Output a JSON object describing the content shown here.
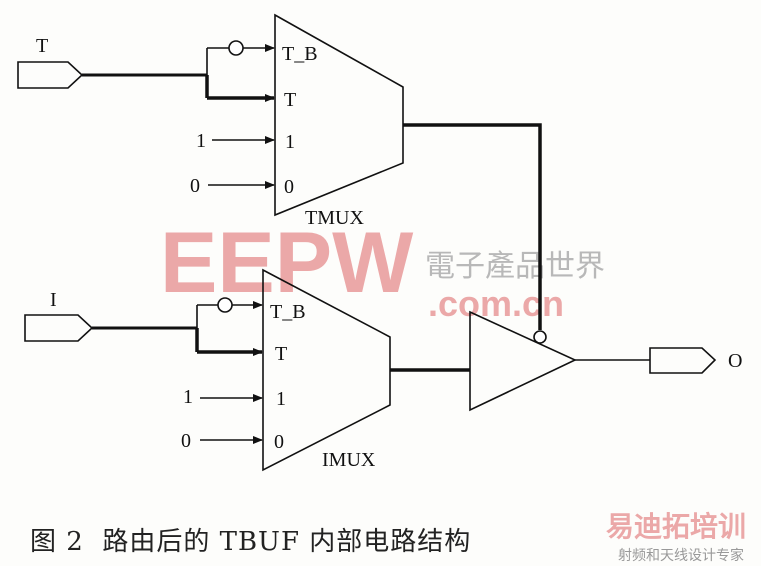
{
  "diagram": {
    "inputs": {
      "t": "T",
      "i": "I"
    },
    "output": "O",
    "tmux": {
      "name": "TMUX",
      "pins": [
        "T_B",
        "T",
        "1",
        "0"
      ],
      "const_inputs": [
        "1",
        "0"
      ]
    },
    "imux": {
      "name": "IMUX",
      "pins": [
        "T_B",
        "T",
        "1",
        "0"
      ],
      "const_inputs": [
        "1",
        "0"
      ]
    },
    "caption": "图 2  路由后的 TBUF 内部电路结构"
  },
  "watermark": {
    "logo": "EEPW",
    "cn": "電子產品世界",
    "domain": ".com.cn",
    "corner_logo": "易迪拓培训",
    "corner_sub": "射频和天线设计专家"
  },
  "colors": {
    "line": "#111111",
    "watermark_pink": "#e89a9a",
    "watermark_gray": "#b8b8b8"
  }
}
